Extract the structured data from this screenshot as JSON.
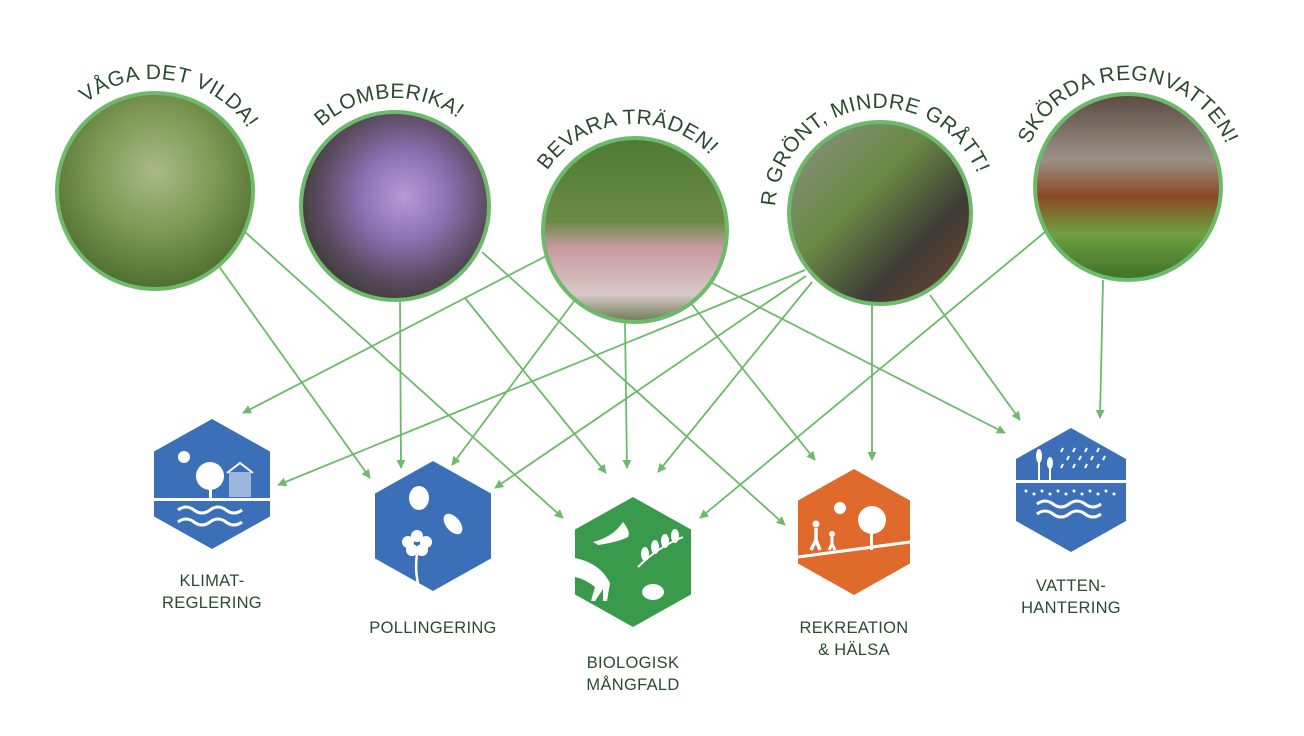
{
  "practices": [
    {
      "id": "vaga",
      "title": "VÅGA DET VILDA!",
      "photo": "meadow-photo"
    },
    {
      "id": "blomberika",
      "title": "BLOMBERIKA!",
      "photo": "bumblebee-photo"
    },
    {
      "id": "bevara",
      "title": "BEVARA TRÄDEN!",
      "photo": "tree-house-photo"
    },
    {
      "id": "mergront",
      "title": "MER GRÖNT, MINDRE GRÅTT!",
      "photo": "green-street-photo"
    },
    {
      "id": "skorda",
      "title": "SKÖRDA REGNVATTEN!",
      "photo": "rain-garden-photo"
    }
  ],
  "benefits": [
    {
      "id": "klimat",
      "line1": "KLIMAT-",
      "line2": "REGLERING",
      "color": "#3b70b8",
      "icon": "climate-icon"
    },
    {
      "id": "pollinering",
      "line1": "POLLINGERING",
      "line2": "",
      "color": "#3b70b8",
      "icon": "pollination-icon"
    },
    {
      "id": "biologisk",
      "line1": "BIOLOGISK",
      "line2": "MÅNGFALD",
      "color": "#3a9a4c",
      "icon": "biodiversity-icon"
    },
    {
      "id": "rekreation",
      "line1": "REKREATION",
      "line2": "& HÄLSA",
      "color": "#e06a2c",
      "icon": "recreation-icon"
    },
    {
      "id": "vatten",
      "line1": "VATTEN-",
      "line2": "HANTERING",
      "color": "#3b70b8",
      "icon": "water-icon"
    }
  ],
  "connections": [
    [
      "vaga",
      "pollinering"
    ],
    [
      "vaga",
      "biologisk"
    ],
    [
      "blomberika",
      "pollinering"
    ],
    [
      "blomberika",
      "biologisk"
    ],
    [
      "blomberika",
      "rekreation"
    ],
    [
      "bevara",
      "klimat"
    ],
    [
      "bevara",
      "pollinering"
    ],
    [
      "bevara",
      "biologisk"
    ],
    [
      "bevara",
      "rekreation"
    ],
    [
      "bevara",
      "vatten"
    ],
    [
      "mergront",
      "klimat"
    ],
    [
      "mergront",
      "pollinering"
    ],
    [
      "mergront",
      "biologisk"
    ],
    [
      "mergront",
      "rekreation"
    ],
    [
      "mergront",
      "vatten"
    ],
    [
      "skorda",
      "biologisk"
    ],
    [
      "skorda",
      "vatten"
    ]
  ],
  "colors": {
    "arrow": "#6cba6a",
    "ring": "#6cba6a",
    "text": "#2b4a31"
  }
}
